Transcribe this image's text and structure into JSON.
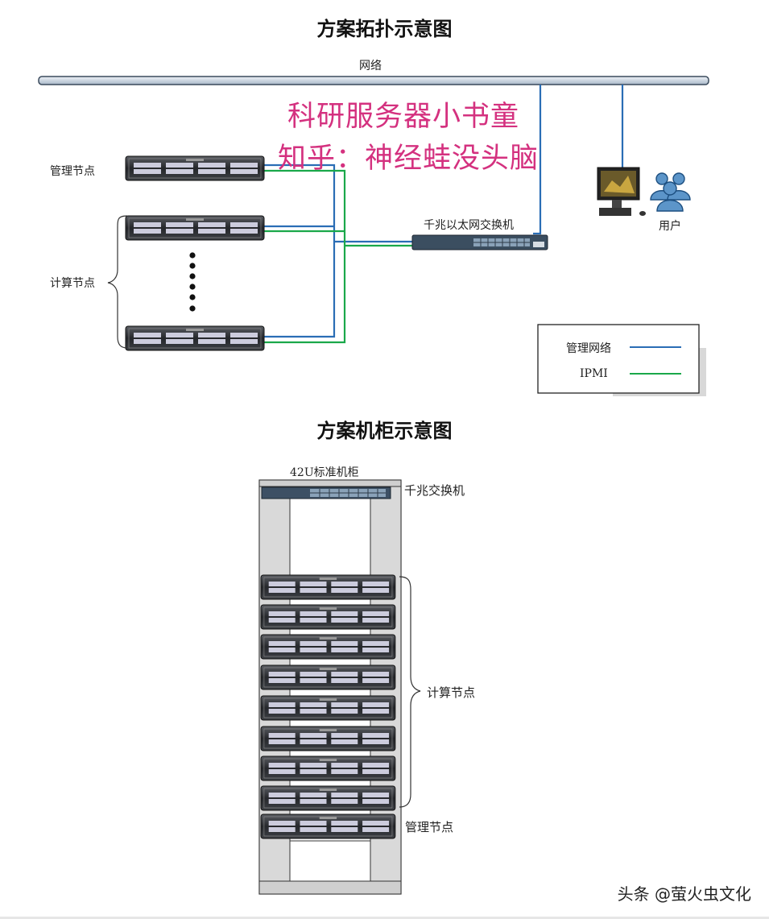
{
  "topology": {
    "title": "方案拓扑示意图",
    "network_label": "网络",
    "mgmt_node_label": "管理节点",
    "compute_nodes_label": "计算节点",
    "switch_label": "千兆以太网交换机",
    "user_label": "用户",
    "legend": {
      "items": [
        {
          "label": "管理网络",
          "color": "#2a6db5"
        },
        {
          "label": "IPMI",
          "color": "#1aa84a"
        }
      ]
    }
  },
  "watermark": {
    "line1": "科研服务器小书童",
    "line2": "知乎：神经蛙没头脑",
    "color": "#d4317f"
  },
  "cabinet": {
    "title": "方案机柜示意图",
    "rack_label": "42U标准机柜",
    "switch_label": "千兆交换机",
    "compute_label": "计算节点",
    "mgmt_label": "管理节点"
  },
  "credit": "头条 @萤火虫文化"
}
